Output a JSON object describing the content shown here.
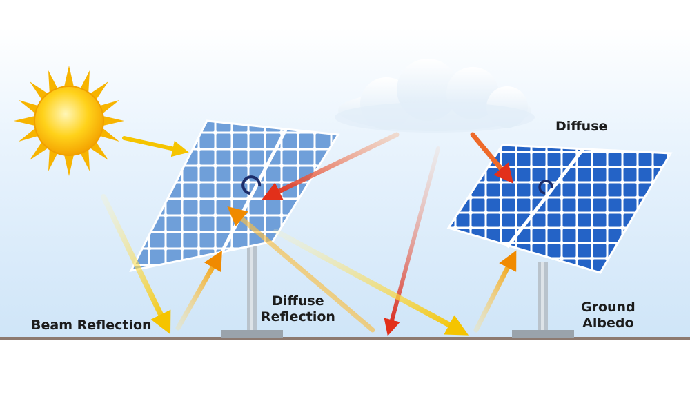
{
  "labels": {
    "diffuse": "Diffuse",
    "diffuse_reflection_line1": "Diffuse",
    "diffuse_reflection_line2": "Reflection",
    "beam_reflection": "Beam Reflection",
    "ground_albedo_line1": "Ground",
    "ground_albedo_line2": "Albedo"
  },
  "icons": {
    "sun": "sun-icon",
    "cloud": "cloud-icon",
    "tracker": "rotation-arrow-icon"
  },
  "colors": {
    "sky": "#dcecfb",
    "ground_line": "#8d7a70",
    "sun_core": "#f7b400",
    "panel_light": "#5a8fd3",
    "panel_dark": "#1f5fbf",
    "beam_arrow": "#f5c400",
    "orange_arrow": "#f08a00",
    "red_arrow": "#e2301a"
  }
}
